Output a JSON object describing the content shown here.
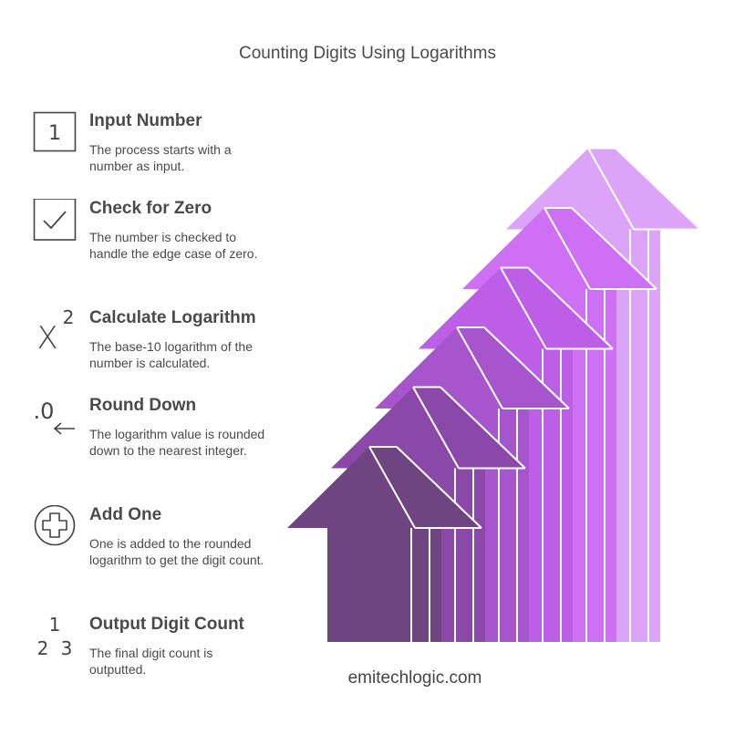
{
  "title": "Counting Digits Using Logarithms",
  "steps": [
    {
      "heading": "Input Number",
      "description": "The process starts with a number as input.",
      "icon": "number-one-box-icon"
    },
    {
      "heading": "Check for Zero",
      "description": "The number is checked to handle the edge case of zero.",
      "icon": "checkmark-box-icon"
    },
    {
      "heading": "Calculate Logarithm",
      "description": "The base-10 logarithm of the number is calculated.",
      "icon": "x-squared-icon"
    },
    {
      "heading": "Round Down",
      "description": "The logarithm value is rounded down to the nearest integer.",
      "icon": "decimal-arrow-left-icon"
    },
    {
      "heading": "Add One",
      "description": "One is added to the rounded logarithm to get the digit count.",
      "icon": "plus-circle-icon"
    },
    {
      "heading": "Output Digit Count",
      "description": "The final digit count is outputted.",
      "icon": "digits-123-icon"
    }
  ],
  "icon_glyphs": {
    "one": "1",
    "x": "X",
    "two": "2",
    "zero": ".0",
    "one_small": "1",
    "two_small": "2",
    "three_small": "3"
  },
  "colors": [
    "#6e4580",
    "#8a48a8",
    "#a655cc",
    "#bc5ee6",
    "#cd70f3",
    "#dca4f8"
  ],
  "footer": "emitechlogic.com"
}
